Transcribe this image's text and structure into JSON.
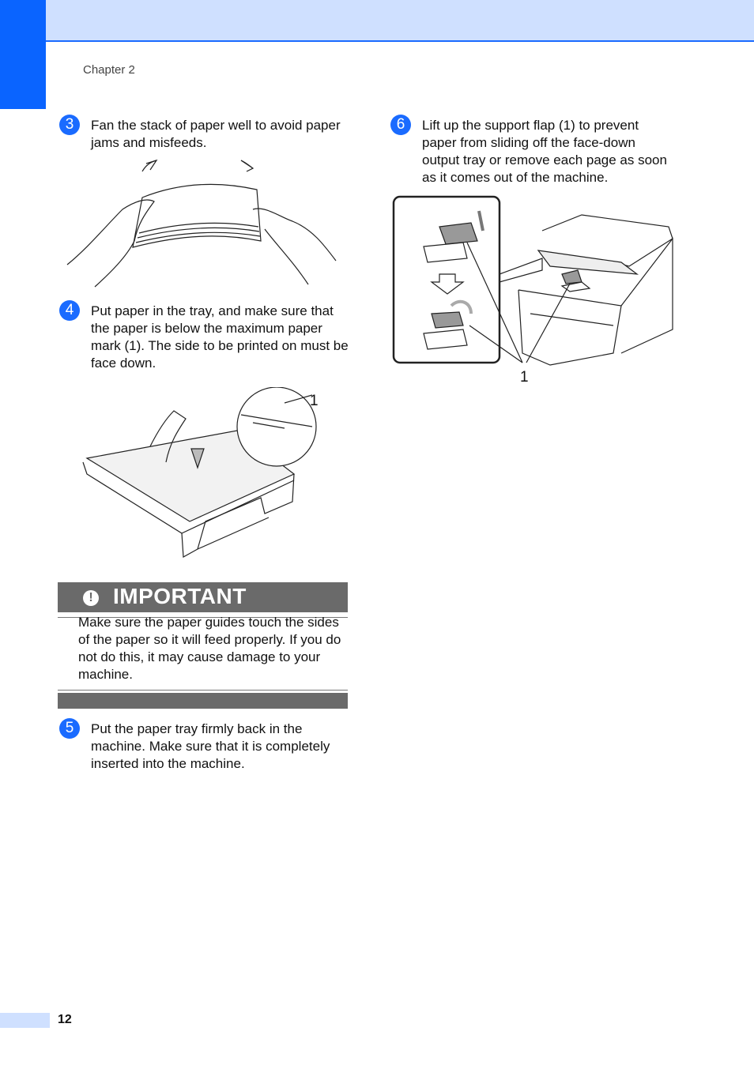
{
  "header": {
    "chapter": "Chapter 2"
  },
  "steps": [
    {
      "num": "3",
      "text": "Fan the stack of paper well to avoid paper jams and misfeeds."
    },
    {
      "num": "4",
      "text": "Put paper in the tray, and make sure that the paper is below the maximum paper mark (1). The side to be printed on must be face down."
    },
    {
      "num": "5",
      "text": "Put the paper tray firmly back in the machine. Make sure that it is completely inserted into the machine."
    },
    {
      "num": "6",
      "text": "Lift up the support flap (1) to prevent paper from sliding off the face-down output tray or remove each page as soon as it comes out of the machine."
    }
  ],
  "important": {
    "icon": "exclamation-icon",
    "title": "IMPORTANT",
    "text": "Make sure the paper guides touch the sides of the paper so it will feed properly. If you do not do this, it may cause damage to your machine."
  },
  "callouts": {
    "tray_mark": "1",
    "support_flap": "1"
  },
  "footer": {
    "page_number": "12"
  },
  "colors": {
    "accent": "#0a64ff",
    "header_bg": "#cfe0ff",
    "important_bg": "#6a6a6a"
  }
}
